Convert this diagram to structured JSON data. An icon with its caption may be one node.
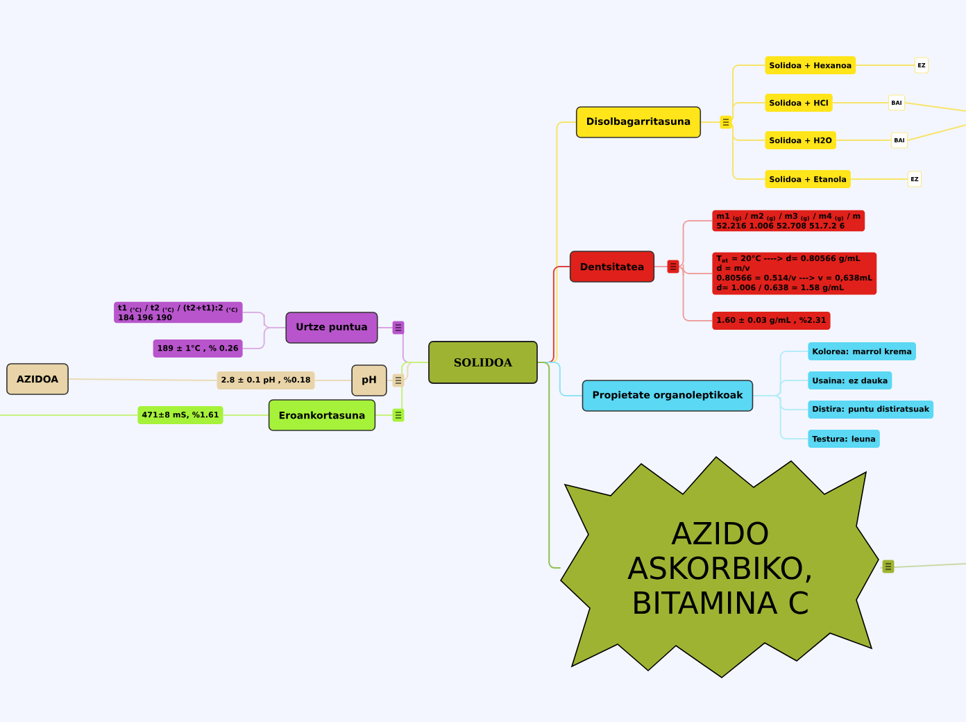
{
  "diagram": {
    "nodes": [
      {
        "text": [
          "SOLIDOA"
        ]
      },
      {
        "text": [
          "Disolbagarritasuna"
        ]
      },
      {
        "text": [
          "Solidoa + Hexanoa"
        ]
      },
      {
        "text": [
          "EZ"
        ]
      },
      {
        "text": [
          "Solidoa + HCl"
        ]
      },
      {
        "text": [
          "BAI"
        ]
      },
      {
        "text": [
          "Solidoa + H2O"
        ]
      },
      {
        "text": [
          "BAI"
        ]
      },
      {
        "text": [
          "Solidoa + Etanola"
        ]
      },
      {
        "text": [
          "EZ"
        ]
      },
      {
        "text": [
          "Dentsitatea"
        ]
      },
      {
        "text": [
          "m1 $_{(g)}$ / m2 $_{(g)}$ / m3 $_{(g)}$ / m4 $_{(g)}$ / m",
          "52.216 1.006 52.708 51.7.2 6"
        ]
      },
      {
        "text": [
          "T$_{at}$ = 20°C ----> d= 0.80566 g/mL",
          "d = m/v",
          "0.80566 = 0.514/v ---> v = 0,638mL",
          "d= 1.006 / 0.638 = 1.58 g/mL"
        ]
      },
      {
        "text": [
          "1.60 ± 0.03 g/mL , %2.31"
        ]
      },
      {
        "text": [
          "Propietate organoleptikoak"
        ]
      },
      {
        "text": [
          "Kolorea: marrol krema"
        ]
      },
      {
        "text": [
          "Usaina: ez dauka"
        ]
      },
      {
        "text": [
          "Distira: puntu distiratsuak"
        ]
      },
      {
        "text": [
          "Testura: leuna"
        ]
      },
      {
        "text": [
          "AZIDO ASKORBIKO, BITAMINA C"
        ]
      },
      {
        "text": [
          "Urtze puntua"
        ]
      },
      {
        "text": [
          "t1 $_{(°C)}$ / t2 $_{(°C)}$ / (t2+t1):2 $_{(°C)}$",
          "184 196 190"
        ]
      },
      {
        "text": [
          "189 ± 1°C , % 0.26"
        ]
      },
      {
        "text": [
          "pH"
        ]
      },
      {
        "text": [
          "2.8 ± 0.1 pH , %0.18"
        ]
      },
      {
        "text": [
          "AZIDOA"
        ]
      },
      {
        "text": [
          "Eroankortasuna"
        ]
      },
      {
        "text": [
          "471±8 mS, %1.61"
        ]
      }
    ],
    "edges": [
      {
        "from": 0,
        "to": 1,
        "arrow": "none",
        "color": "#f7e46a"
      },
      {
        "from": 0,
        "to": 10,
        "arrow": "none",
        "color": "#e04040"
      },
      {
        "from": 0,
        "to": 14,
        "arrow": "none",
        "color": "#8fe3f7"
      },
      {
        "from": 0,
        "to": 19,
        "arrow": "none",
        "color": "#8fbf50"
      },
      {
        "from": 0,
        "to": 20,
        "arrow": "none",
        "color": "#d9a2e6"
      },
      {
        "from": 0,
        "to": 23,
        "arrow": "none",
        "color": "#eadbb8"
      },
      {
        "from": 0,
        "to": 26,
        "arrow": "none",
        "color": "#c8f07e"
      },
      {
        "from": 1,
        "to": 2,
        "arrow": "none",
        "color": "#f7e46a"
      },
      {
        "from": 1,
        "to": 4,
        "arrow": "none",
        "color": "#f7e46a"
      },
      {
        "from": 1,
        "to": 6,
        "arrow": "none",
        "color": "#f7e46a"
      },
      {
        "from": 1,
        "to": 8,
        "arrow": "none",
        "color": "#f7e46a"
      },
      {
        "from": 2,
        "to": 3,
        "arrow": "none",
        "color": "#f7e46a"
      },
      {
        "from": 4,
        "to": 5,
        "arrow": "none",
        "color": "#f7e46a"
      },
      {
        "from": 6,
        "to": 7,
        "arrow": "none",
        "color": "#f7e46a"
      },
      {
        "from": 8,
        "to": 9,
        "arrow": "none",
        "color": "#f7e46a"
      },
      {
        "from": 5,
        "to": null,
        "arrow": "none",
        "color": "#f7e46a"
      },
      {
        "from": 7,
        "to": null,
        "arrow": "none",
        "color": "#f7e46a"
      },
      {
        "from": 10,
        "to": 11,
        "arrow": "none",
        "color": "#eea0a0"
      },
      {
        "from": 10,
        "to": 12,
        "arrow": "none",
        "color": "#eea0a0"
      },
      {
        "from": 10,
        "to": 13,
        "arrow": "none",
        "color": "#eea0a0"
      },
      {
        "from": 14,
        "to": 15,
        "arrow": "none",
        "color": "#b5ecf8"
      },
      {
        "from": 14,
        "to": 16,
        "arrow": "none",
        "color": "#b5ecf8"
      },
      {
        "from": 14,
        "to": 17,
        "arrow": "none",
        "color": "#b5ecf8"
      },
      {
        "from": 14,
        "to": 18,
        "arrow": "none",
        "color": "#b5ecf8"
      },
      {
        "from": 19,
        "to": null,
        "arrow": "none",
        "color": "#c9d9a8"
      },
      {
        "from": 20,
        "to": 21,
        "arrow": "none",
        "color": "#dcb0e6"
      },
      {
        "from": 20,
        "to": 22,
        "arrow": "none",
        "color": "#dcb0e6"
      },
      {
        "from": 23,
        "to": 24,
        "arrow": "none",
        "color": "#eadbb8"
      },
      {
        "from": 24,
        "to": 25,
        "arrow": "none",
        "color": "#eadbb8"
      },
      {
        "from": 26,
        "to": 27,
        "arrow": "none",
        "color": "#c8f07e"
      },
      {
        "from": 27,
        "to": null,
        "arrow": "none",
        "color": "#c8f07e"
      }
    ]
  }
}
